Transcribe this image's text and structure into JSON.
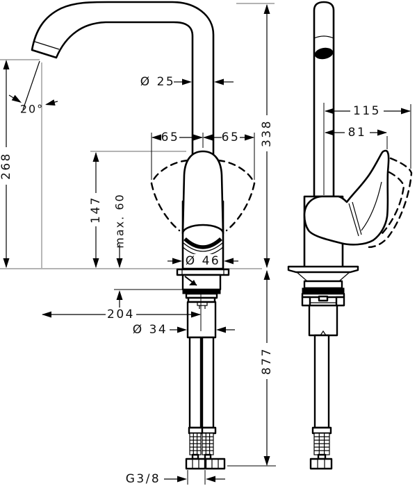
{
  "drawing": {
    "kind": "single-lever kitchen mixer installation dimension drawing",
    "background": "#ffffff",
    "line_color": "#000000",
    "reference_line_color": "#9a9a9a",
    "dims": {
      "angle_20": "20°",
      "dia_25": "Ø 25",
      "swing_left_65": "65",
      "swing_right_65": "65",
      "height_338": "338",
      "spout_height_268": "268",
      "handle_height_147": "147",
      "max_deck_60": "max. 60",
      "body_dia_46": "Ø 46",
      "reach_204": "204",
      "shank_dia_34": "Ø 34",
      "hose_length_877": "877",
      "thread_g38": "G3/8",
      "open_reach_115": "115",
      "closed_reach_81": "81"
    }
  }
}
